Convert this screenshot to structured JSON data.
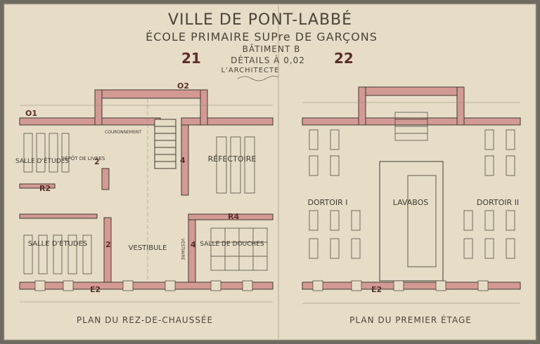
{
  "header": {
    "line1": "VILLE DE PONT-LABBÉ",
    "line2": "ÉCOLE PRIMAIRE SUPre DE GARÇONS",
    "line3": "BÂTIMENT B",
    "line4": "DÉTAILS À 0,02",
    "line5": "L'ARCHITECTE",
    "sheet_left": "21",
    "sheet_right": "22"
  },
  "plan_left": {
    "caption": "PLAN DU REZ-DE-CHAUSSÉE",
    "rooms": {
      "salle_etudes_top": "SALLE D'ÉTUDES",
      "depot_livres": "DÉPÔT DE LIVRES",
      "refectoire": "RÉFECTOIRE",
      "salle_etudes_bottom": "SALLE D'ÉTUDES",
      "vestibule": "VESTIBULE",
      "salle_douches": "SALLE DE DOUCHES",
      "couronnement": "COURONNEMENT",
      "vestiaire": "VESTIAIRE"
    },
    "marks": {
      "o1": "O1",
      "o2": "O2",
      "r2": "R2",
      "r4": "R4",
      "e2": "E2",
      "n2a": "2",
      "n2b": "2",
      "n4a": "4",
      "n4b": "4"
    }
  },
  "plan_right": {
    "caption": "PLAN DU PREMIER ÉTAGE",
    "rooms": {
      "dortoir_1": "DORTOIR I",
      "lavabos": "LAVABOS",
      "dortoir_2": "DORTOIR II"
    },
    "marks": {
      "e2": "E2"
    }
  },
  "colors": {
    "paper": "#e7ddc6",
    "wall_pink": "#d39a93",
    "ink": "#3e3a33",
    "ink_red": "#5a2e2a"
  }
}
